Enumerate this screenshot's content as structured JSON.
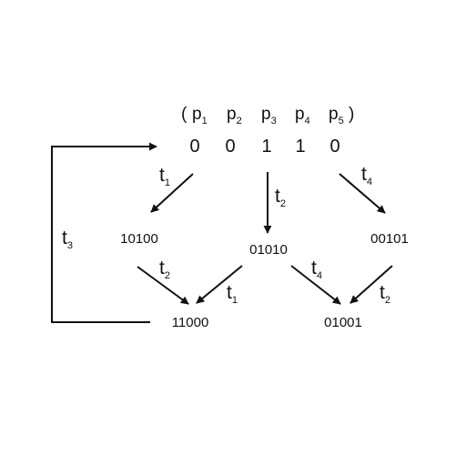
{
  "header": {
    "open_paren": "(",
    "close_paren": ")",
    "places": [
      {
        "base": "p",
        "sub": "1"
      },
      {
        "base": "p",
        "sub": "2"
      },
      {
        "base": "p",
        "sub": "3"
      },
      {
        "base": "p",
        "sub": "4"
      },
      {
        "base": "p",
        "sub": "5"
      }
    ]
  },
  "initial_marking": [
    "0",
    "0",
    "1",
    "1",
    "0"
  ],
  "states": {
    "s10100": "10100",
    "s01010": "01010",
    "s00101": "00101",
    "s11000": "11000",
    "s01001": "01001"
  },
  "transitions": {
    "t1_top": {
      "base": "t",
      "sub": "1"
    },
    "t2_top": {
      "base": "t",
      "sub": "2"
    },
    "t4_top": {
      "base": "t",
      "sub": "4"
    },
    "t3_loop": {
      "base": "t",
      "sub": "3"
    },
    "t2_left": {
      "base": "t",
      "sub": "2"
    },
    "t1_mid": {
      "base": "t",
      "sub": "1"
    },
    "t4_mid": {
      "base": "t",
      "sub": "4"
    },
    "t2_right": {
      "base": "t",
      "sub": "2"
    }
  },
  "colors": {
    "ink": "#111111",
    "background": "#ffffff"
  }
}
